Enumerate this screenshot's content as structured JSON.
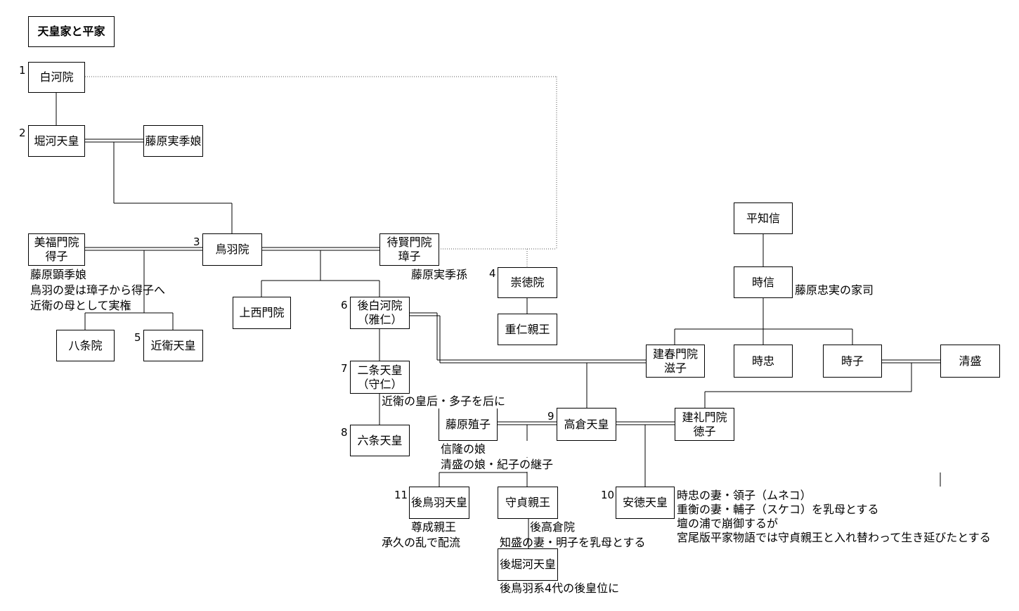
{
  "title": "天皇家と平家",
  "persons": {
    "shirakawa": "白河院",
    "horikawa": "堀河天皇",
    "fujiwara_sanesue_musume": "藤原実季娘",
    "bifukumonin_title": "美福門院",
    "bifukumonin_name": "得子",
    "toba": "鳥羽院",
    "taikenmonin_title": "待賢門院",
    "taikenmonin_name": "璋子",
    "sutoku": "崇徳院",
    "shigehito": "重仁親王",
    "hachijoin": "八条院",
    "konoe": "近衛天皇",
    "jyosaimonin": "上西門院",
    "goshirakawa_title": "後白河院",
    "goshirakawa_name": "（雅仁）",
    "nijo_title": "二条天皇",
    "nijo_name": "（守仁）",
    "rokujo": "六条天皇",
    "fujiwara_shokushi": "藤原殖子",
    "takakura": "高倉天皇",
    "kenshunmonin_title": "建春門院",
    "kenshunmonin_name": "滋子",
    "kenreimonin_title": "建礼門院",
    "kenreimonin_name": "徳子",
    "tairano_tomonobu": "平知信",
    "tokinobu": "時信",
    "tokitada": "時忠",
    "tokiko": "時子",
    "kiyomori": "清盛",
    "gotoba": "後鳥羽天皇",
    "morisada": "守貞親王",
    "antoku": "安徳天皇",
    "gohorikawa": "後堀河天皇"
  },
  "reign_numbers": {
    "shirakawa": "1",
    "horikawa": "2",
    "toba": "3",
    "sutoku": "4",
    "konoe": "5",
    "goshirakawa": "6",
    "nijo": "7",
    "rokujo": "8",
    "takakura": "9",
    "antoku": "10",
    "gotoba": "11"
  },
  "notes": {
    "bifukumonin_1": "藤原顕季娘",
    "bifukumonin_2": "鳥羽の愛は璋子から得子へ",
    "bifukumonin_3": "近衛の母として実権",
    "taikenmonin": "藤原実季孫",
    "tokinobu": "藤原忠実の家司",
    "nijo": "近衛の皇后・多子を后に",
    "shokushi_1": "信隆の娘",
    "shokushi_2": "清盛の娘・紀子の継子",
    "gotoba_1": "尊成親王",
    "gotoba_2": "承久の乱で配流",
    "morisada_1": "後高倉院",
    "morisada_2": "知盛の妻・明子を乳母とする",
    "gohorikawa": "後鳥羽系4代の後皇位に",
    "antoku_1": "時忠の妻・領子（ムネコ）",
    "antoku_2": "重衡の妻・輔子（スケコ）を乳母とする",
    "antoku_3": "壇の浦で崩御するが",
    "antoku_4": "宮尾版平家物語では守貞親王と入れ替わって生き延びたとする"
  },
  "colors": {
    "line": "#000000",
    "dotted_line": "#555555",
    "background": "#ffffff"
  }
}
